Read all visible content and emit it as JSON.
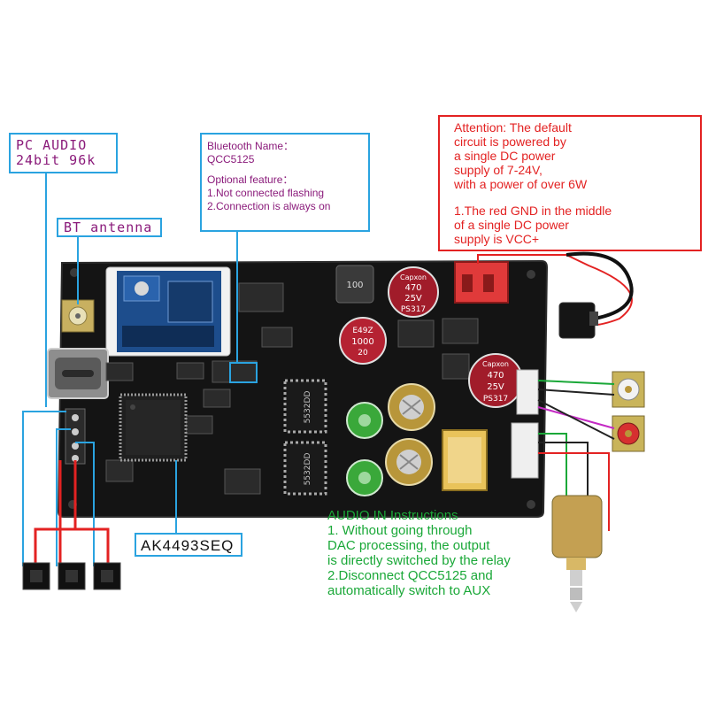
{
  "pc_audio": {
    "line1": "PC AUDIO",
    "line2": "24bit 96k"
  },
  "bt_antenna": {
    "label": "BT antenna"
  },
  "bluetooth_box": {
    "name_label": "Bluetooth Name：",
    "name_value": "QCC5125",
    "optional_title": "Optional feature：",
    "option1": "1.Not connected flashing",
    "option2": "2.Connection is always on"
  },
  "attention_box": {
    "lines": [
      "Attention: The default",
      "circuit is powered by",
      "a single DC power",
      "supply of 7-24V,",
      "with a power of over 6W"
    ],
    "note_lines": [
      "1.The red GND in the middle",
      "of a single DC power",
      "supply is VCC+"
    ]
  },
  "chip_label": {
    "text": "AK4493SEQ"
  },
  "audio_in": {
    "lines": [
      "AUDIO IN Instructions",
      "1. Without going through",
      "DAC processing, the output",
      "is directly switched by the relay",
      "2.Disconnect QCC5125 and",
      "automatically switch to AUX"
    ]
  },
  "board_markings": {
    "resistor_code": "100",
    "cap_small_top": "E49Z",
    "cap_small_value": "1000",
    "cap_small_volt": "20",
    "cap_big1_brand": "Capxon",
    "cap_big1_value": "470",
    "cap_big1_volt": "25V",
    "cap_big1_series": "PS317",
    "cap_big2_brand": "Capxon",
    "cap_big2_value": "470",
    "cap_big2_volt": "25V",
    "cap_big2_series": "PS317",
    "opamp_top": "5532DD",
    "opamp_bottom": "5532DD"
  },
  "colors": {
    "callout_blue": "#2aa3e0",
    "callout_red": "#e32222",
    "text_purple": "#8a1a7a",
    "text_green": "#1aa838",
    "pcb": "#141414"
  }
}
